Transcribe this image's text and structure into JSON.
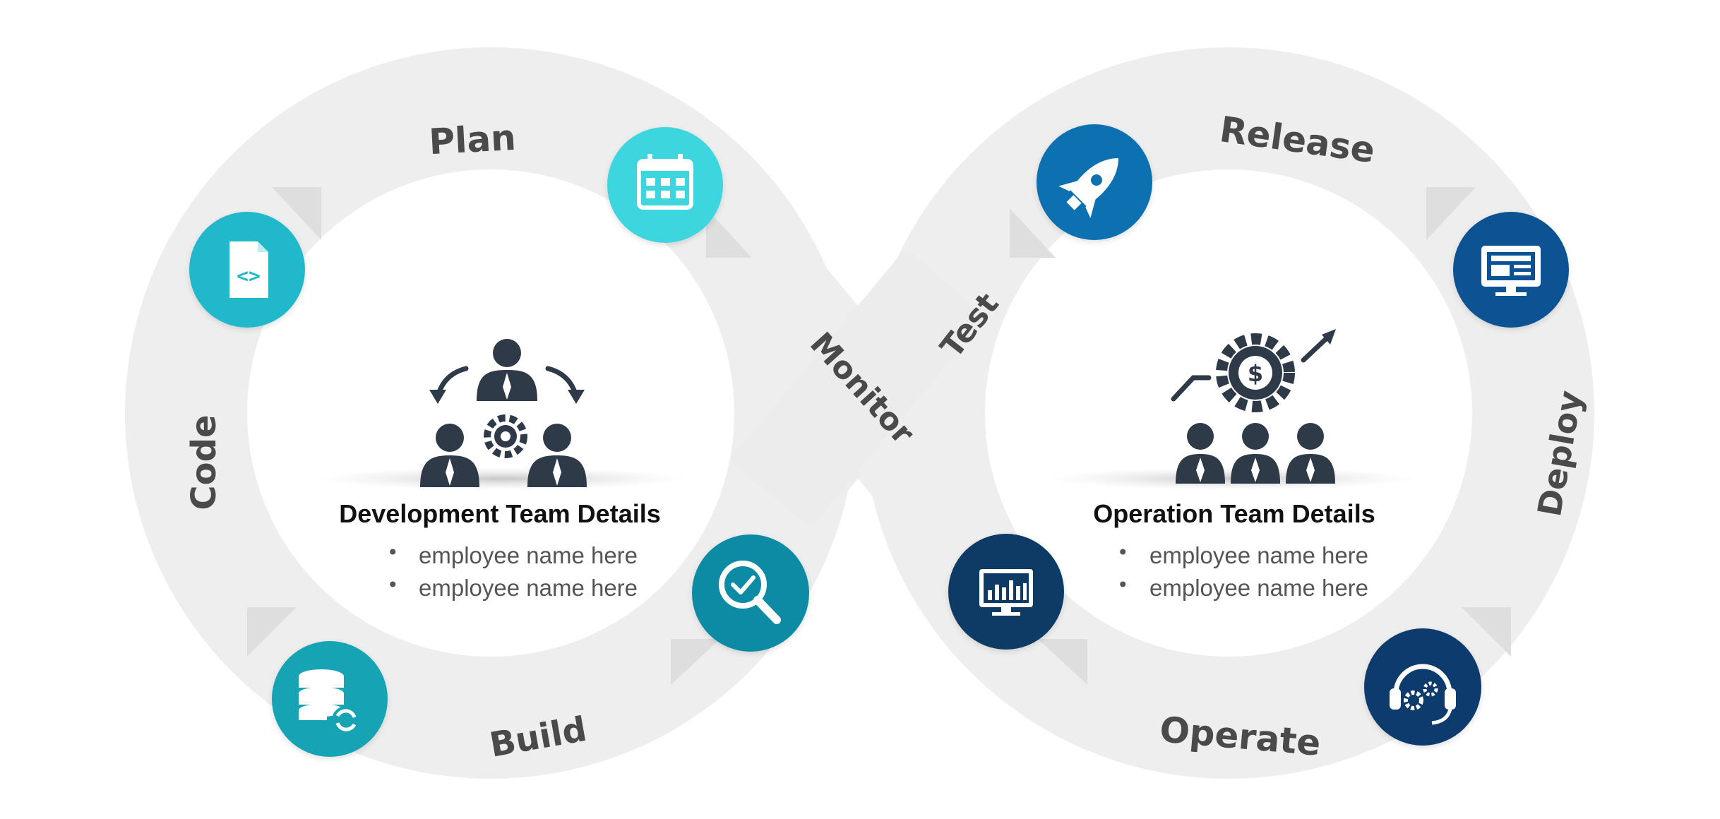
{
  "stages": {
    "plan": "Plan",
    "code": "Code",
    "build": "Build",
    "monitor": "Monitor",
    "test": "Test",
    "release": "Release",
    "deploy": "Deploy",
    "operate": "Operate"
  },
  "dev_panel": {
    "title": "Development Team Details",
    "items": [
      "employee name here",
      "employee name here"
    ]
  },
  "ops_panel": {
    "title": "Operation Team Details",
    "items": [
      "employee name here",
      "employee name here"
    ]
  },
  "icons": {
    "plan": "calendar-icon",
    "code": "code-file-icon",
    "build_db": "database-sync-icon",
    "build_search": "search-check-icon",
    "release": "rocket-icon",
    "deploy": "monitor-web-icon",
    "monitor": "monitor-chart-icon",
    "operate": "headset-gear-icon"
  },
  "colors": {
    "ring": "#eeeeee",
    "ring_edge": "#e4e4e4",
    "cyan_light": "#3ed6df",
    "cyan": "#24b8cc",
    "teal": "#17a3b3",
    "teal_dark": "#0b8aa4",
    "blue": "#0a6fb0",
    "blue_dark": "#0a5393",
    "navy": "#0e3b66",
    "navy_dark": "#0d3a6e",
    "icon_gray": "#2f3a48"
  }
}
